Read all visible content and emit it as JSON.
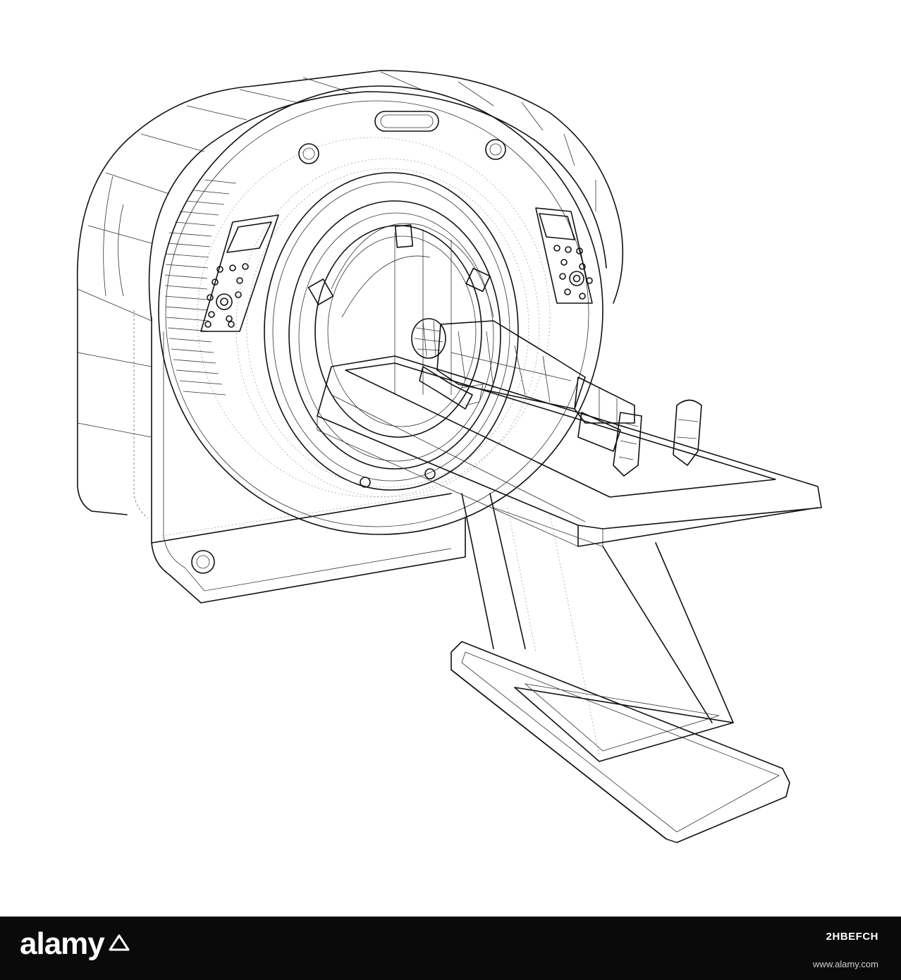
{
  "footer": {
    "logo_text": "alamy",
    "image_id": "2HBEFCH",
    "site": "www.alamy.com"
  },
  "colors": {
    "background": "#ffffff",
    "line": "#111111",
    "footer_bg": "#0a0a0a",
    "footer_text": "#ffffff"
  }
}
